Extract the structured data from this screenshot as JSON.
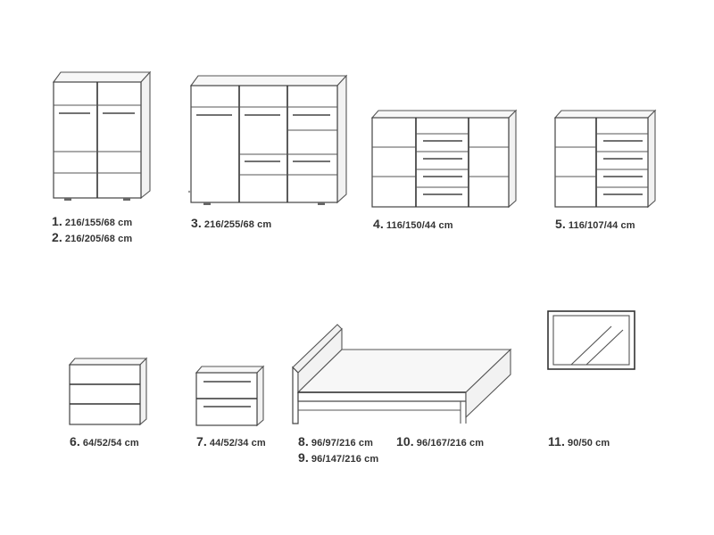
{
  "items": [
    {
      "number": "1.",
      "dims": "216/155/68 cm"
    },
    {
      "number": "2.",
      "dims": "216/205/68 cm"
    },
    {
      "number": "3.",
      "dims": "216/255/68 cm"
    },
    {
      "number": "4.",
      "dims": "116/150/44 cm"
    },
    {
      "number": "5.",
      "dims": "116/107/44 cm"
    },
    {
      "number": "6.",
      "dims": "64/52/54 cm"
    },
    {
      "number": "7.",
      "dims": "44/52/34 cm"
    },
    {
      "number": "8.",
      "dims": "96/97/216 cm"
    },
    {
      "number": "9.",
      "dims": "96/147/216 cm"
    },
    {
      "number": "10.",
      "dims": "96/167/216 cm"
    },
    {
      "number": "11.",
      "dims": "90/50 cm"
    }
  ]
}
